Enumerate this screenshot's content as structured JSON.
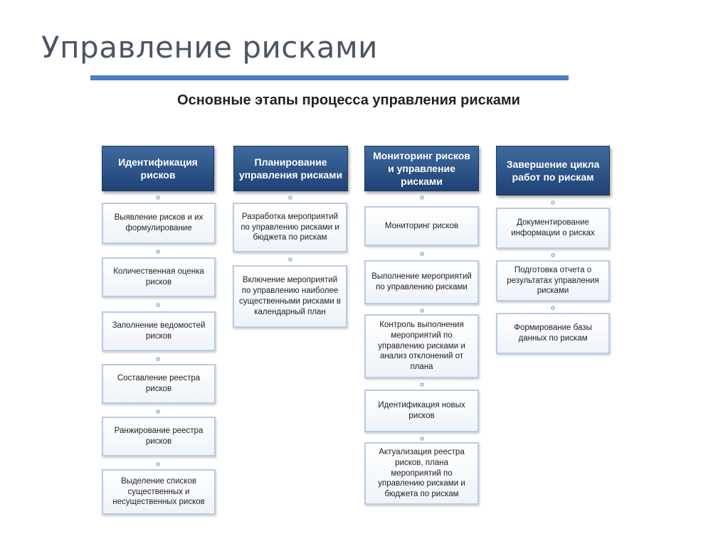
{
  "slide": {
    "title": "Управление рисками",
    "diagram_title": "Основные этапы процесса управления рисками"
  },
  "columns": [
    {
      "header": "Идентификация рисков",
      "steps": [
        "Выявление рисков и их формулирование",
        "Количественная оценка рисков",
        "Заполнение ведомостей рисков",
        "Составление реестра рисков",
        "Ранжирование реестра рисков",
        "Выделение списков существенных и несущественных рисков"
      ]
    },
    {
      "header": "Планирование управления рисками",
      "steps": [
        "Разработка мероприятий по управлению рисками и бюджета по рискам",
        "Включение мероприятий по управлению наиболее существенными рисками в календарный план"
      ]
    },
    {
      "header": "Мониторинг рисков и управление рисками",
      "steps": [
        "Мониторинг рисков",
        "Выполнение мероприятий по управлению рисками",
        "Контроль выполнения мероприятий по управлению рисками и анализ отклонений от плана",
        "Идентификация новых рисков",
        "Актуализация реестра рисков, плана мероприятий по управлению рисками и бюджета по рискам"
      ]
    },
    {
      "header": "Завершение цикла работ по рискам",
      "steps": [
        "Документирование информации о рисках",
        "Подготовка отчета о результатах управления рисками",
        "Формирование базы данных по рискам"
      ]
    }
  ]
}
